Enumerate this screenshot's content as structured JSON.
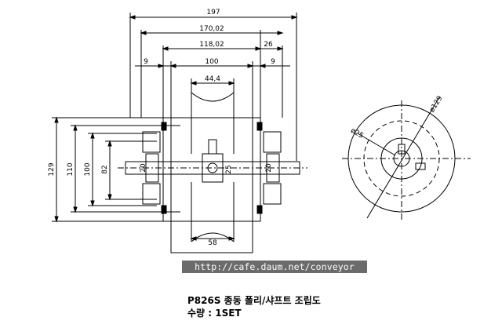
{
  "dimensions": {
    "overall_width": "197",
    "width_170": "170,02",
    "width_118": "118,02",
    "end_26": "26",
    "left_9": "9",
    "right_9": "9",
    "core_100": "100",
    "hub_44": "44,4",
    "bottom_58": "58",
    "height_129": "129",
    "height_110": "110",
    "height_100": "100",
    "height_82": "82",
    "shaft_left_20": "20",
    "shaft_right_20": "20",
    "hub_25": "25",
    "side_dia_129": "ø129",
    "side_dia_25": "ø25"
  },
  "url": "http://cafe.daum.net/conveyor",
  "title": "P826S 종동 폴리/샤프트 조립도",
  "quantity": "수량 : 1SET"
}
